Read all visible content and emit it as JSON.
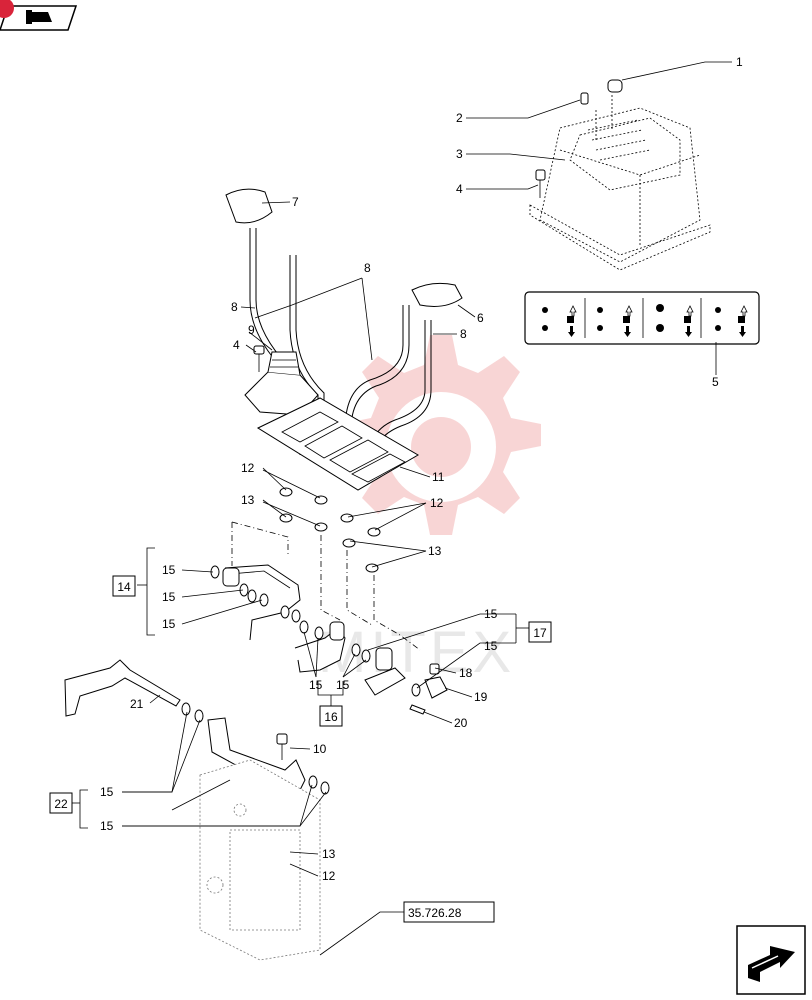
{
  "callouts": [
    {
      "id": "c1",
      "label": "1"
    },
    {
      "id": "c2",
      "label": "2"
    },
    {
      "id": "c3",
      "label": "3"
    },
    {
      "id": "c4a",
      "label": "4"
    },
    {
      "id": "c7",
      "label": "7"
    },
    {
      "id": "c8a",
      "label": "8"
    },
    {
      "id": "c8b",
      "label": "8"
    },
    {
      "id": "c6",
      "label": "6"
    },
    {
      "id": "c8c",
      "label": "8"
    },
    {
      "id": "c9",
      "label": "9"
    },
    {
      "id": "c4b",
      "label": "4"
    },
    {
      "id": "c5",
      "label": "5"
    },
    {
      "id": "c11",
      "label": "11"
    },
    {
      "id": "c12a",
      "label": "12"
    },
    {
      "id": "c13a",
      "label": "13"
    },
    {
      "id": "c12b",
      "label": "12"
    },
    {
      "id": "c13b",
      "label": "13"
    },
    {
      "id": "c15a",
      "label": "15"
    },
    {
      "id": "c15b",
      "label": "15"
    },
    {
      "id": "c15c",
      "label": "15"
    },
    {
      "id": "c15d",
      "label": "15"
    },
    {
      "id": "c15e",
      "label": "15"
    },
    {
      "id": "c15f",
      "label": "15"
    },
    {
      "id": "c15g",
      "label": "15"
    },
    {
      "id": "c18",
      "label": "18"
    },
    {
      "id": "c19",
      "label": "19"
    },
    {
      "id": "c20",
      "label": "20"
    },
    {
      "id": "c21",
      "label": "21"
    },
    {
      "id": "c10",
      "label": "10"
    },
    {
      "id": "c15h",
      "label": "15"
    },
    {
      "id": "c15i",
      "label": "15"
    },
    {
      "id": "c13c",
      "label": "13"
    },
    {
      "id": "c12c",
      "label": "12"
    }
  ],
  "group_boxes": [
    {
      "id": "g14",
      "label": "14"
    },
    {
      "id": "g16",
      "label": "16"
    },
    {
      "id": "g17",
      "label": "17"
    },
    {
      "id": "g22",
      "label": "22"
    }
  ],
  "reference": {
    "label": "35.726.28"
  },
  "watermark": {
    "text": "MITEX"
  },
  "colors": {
    "line": "#000000",
    "watermark_gear": "#f3b3b3",
    "watermark_text": "#e8e8e8",
    "badge": "#d9243a",
    "background": "#ffffff"
  },
  "icons": {
    "top_left": "catalog-back-icon",
    "bottom_right": "next-page-arrow-icon"
  }
}
